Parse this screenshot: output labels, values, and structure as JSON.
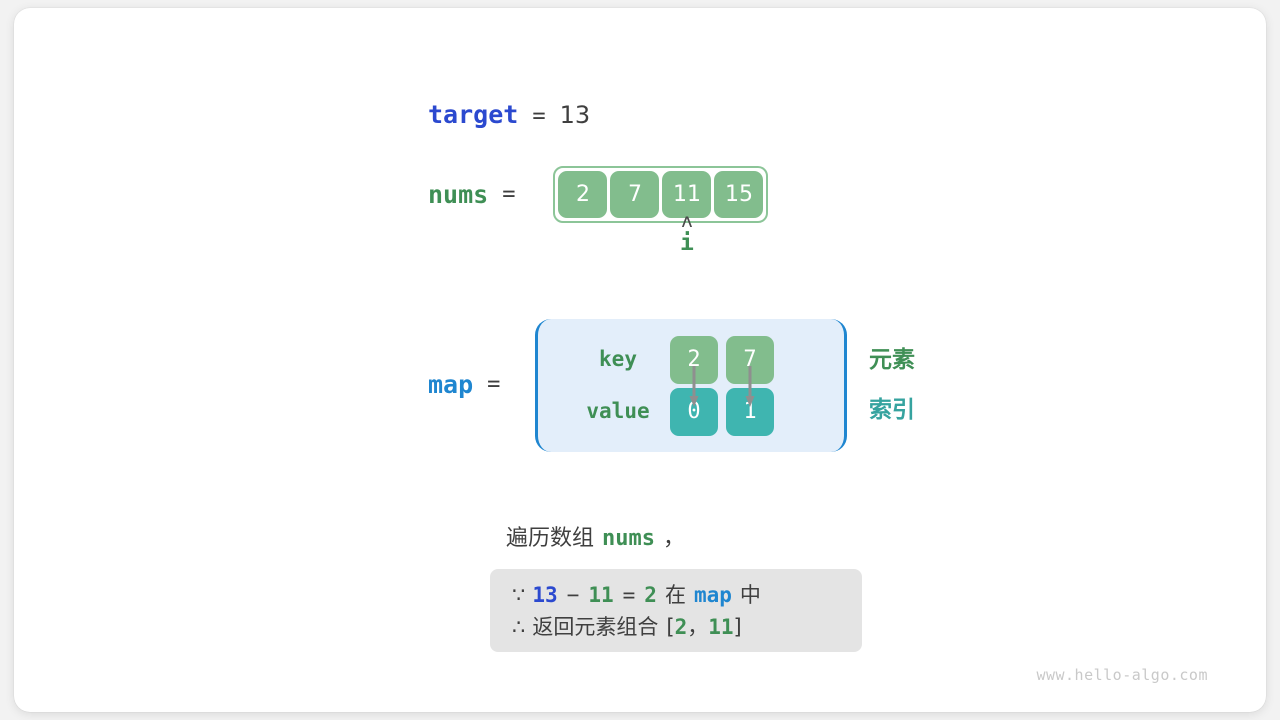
{
  "watermark": "www.hello-algo.com",
  "target": {
    "name": "target",
    "equals": "=",
    "value": "13"
  },
  "nums": {
    "name": "nums",
    "equals": "=",
    "cells": [
      "2",
      "7",
      "11",
      "15"
    ],
    "pointer": {
      "caret": "ʌ",
      "label": "i",
      "at_index": 2
    }
  },
  "map": {
    "name": "map",
    "equals": "=",
    "key_label": "key",
    "value_label": "value",
    "entries": [
      {
        "key": "2",
        "value": "0"
      },
      {
        "key": "7",
        "value": "1"
      }
    ],
    "legend": {
      "key_legend": "元素",
      "value_legend": "索引"
    }
  },
  "caption": {
    "prefix": "遍历数组",
    "code": "nums",
    "suffix": "，"
  },
  "conclusion": {
    "line1": {
      "symbol": "∵",
      "a": "13",
      "minus": "−",
      "b": "11",
      "eq": "=",
      "c": "2",
      "mid": "在",
      "map": "map",
      "tail": "中"
    },
    "line2": {
      "symbol": "∴",
      "text": "返回元素组合",
      "open": "[",
      "x": "2",
      "comma": "，",
      "y": "11",
      "close": "]"
    }
  },
  "colors": {
    "target_blue": "#2b49cf",
    "name_green": "#3f8f55",
    "map_blue": "#1f86d0",
    "cell_green": "#82bd8d",
    "cell_teal": "#3fb5b0",
    "map_bg": "#e3eefa",
    "conclusion_bg": "#e4e4e4"
  }
}
